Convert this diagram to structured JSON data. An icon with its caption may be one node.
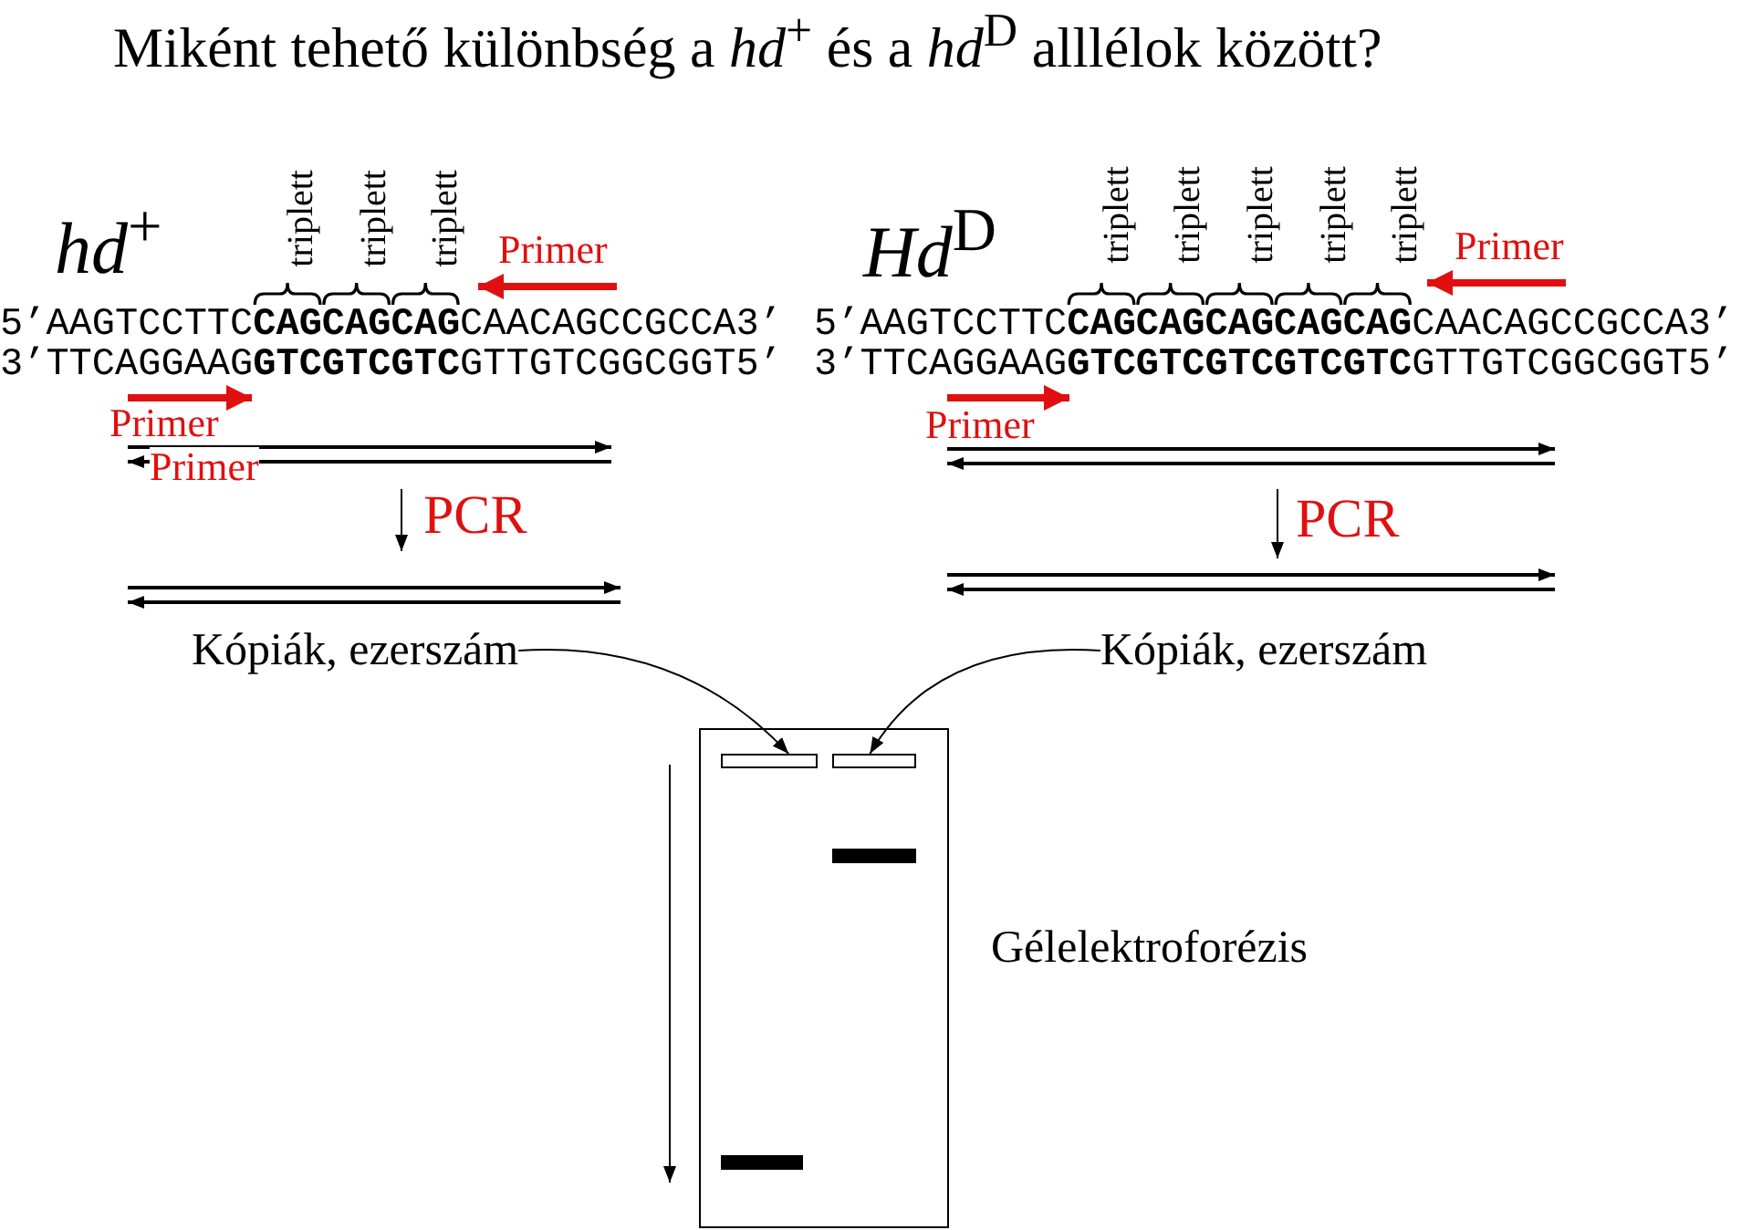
{
  "diagram": {
    "title": "Miként tehető különbség a *hd*$^{+}$ és a *hd*$^{D}$ alllélok között?",
    "nodes": [
      {
        "text": [],
        "shape": "box"
      },
      {
        "text": [
          "Kópiák, ezerszám"
        ]
      },
      {
        "text": [
          "Kópiák, ezerszám"
        ]
      },
      {
        "text": [],
        "shape": "box",
        "in": 0
      },
      {
        "text": [],
        "shape": "box",
        "in": 0
      },
      {
        "text": [],
        "shape": "bar",
        "in": 0
      },
      {
        "text": [],
        "shape": "bar",
        "in": 0
      }
    ],
    "edges": [
      {
        "from": 1,
        "to": 3,
        "arrow": "to"
      },
      {
        "from": 2,
        "to": 4,
        "arrow": "to"
      }
    ],
    "labels": [
      "*hd*$^{+}$",
      "triplett",
      "triplett",
      "triplett",
      "Primer",
      "5’AAGTCCTTC**CAGCAGCAG**CAACAGCCGCCA3’",
      "3’TTCAGGAAG**GTCGTCGTC**GTTGTCGGCGGT5’",
      "Primer",
      "Primer",
      "PCR",
      "*Hd*$^{D}$",
      "triplett",
      "triplett",
      "triplett",
      "triplett",
      "triplett",
      "Primer",
      "5’AAGTCCTTC**CAGCAGCAGCAGCAG**CAACAGCCGCCA3’",
      "3’TTCAGGAAG**GTCGTCGTCGTCGTC**GTTGTCGGCGGT5’",
      "Primer",
      "PCR",
      "Gélelektroforézis"
    ]
  }
}
